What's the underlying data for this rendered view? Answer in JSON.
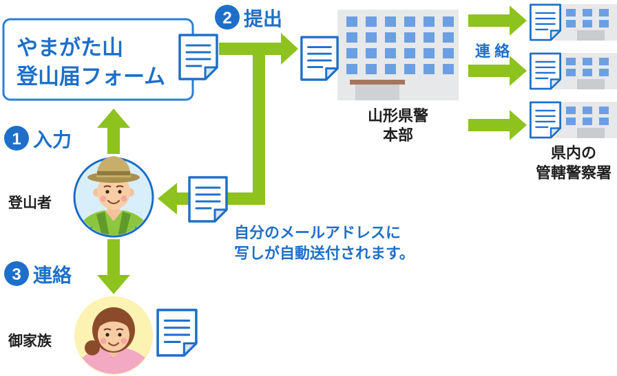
{
  "form": {
    "line1": "やまがた山",
    "line2": "登山届フォーム"
  },
  "steps": [
    {
      "number": "1",
      "label": "入力"
    },
    {
      "number": "2",
      "label": "提出"
    },
    {
      "number": "3",
      "label": "連絡"
    }
  ],
  "hq": {
    "line1": "山形県警",
    "line2": "本部"
  },
  "relay_label": "連 絡",
  "stations": {
    "line1": "県内の",
    "line2": "管轄警察署"
  },
  "climber_label": "登山者",
  "family_label": "御家族",
  "auto_copy_note": {
    "line1": "自分のメールアドレスに",
    "line2": "写しが自動送付されます。"
  },
  "colors": {
    "blue": "#1e6fc9",
    "green": "#8dc21f"
  },
  "icons": [
    "document-icon",
    "building-icon",
    "climber-avatar",
    "family-avatar"
  ]
}
